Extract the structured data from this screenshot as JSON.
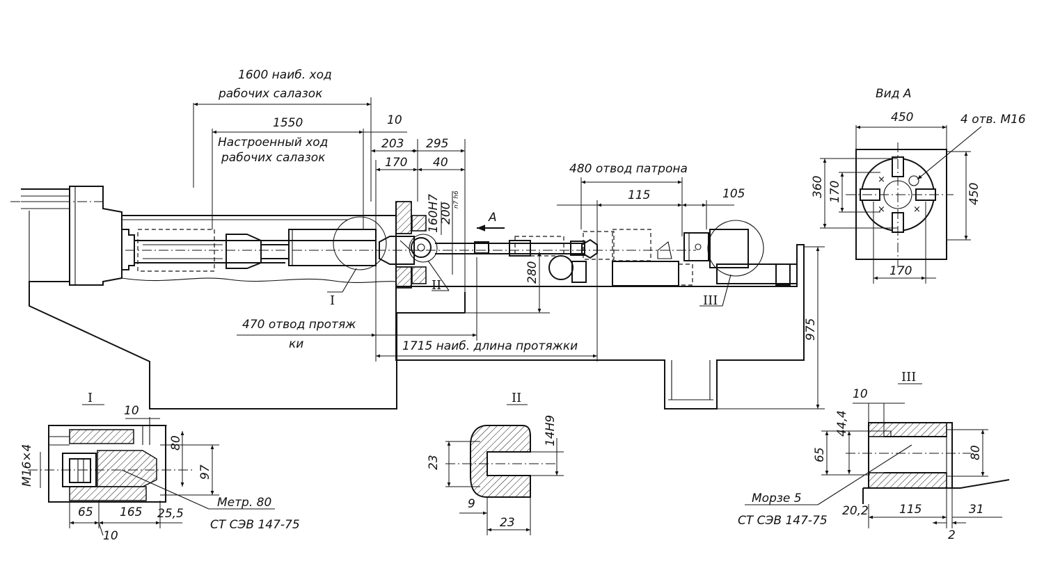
{
  "labels": {
    "stroke_1600": "1600 наиб. ход",
    "stroke_1600_b": "рабочих салазок",
    "dim_1550": "1550",
    "set_stroke_a": "Настроенный ход",
    "set_stroke_b": "рабочих салазок",
    "dim_10_top": "10",
    "dim_203": "203",
    "dim_295": "295",
    "dim_170_top": "170",
    "dim_40": "40",
    "dim_160h7": "160H7",
    "dim_200": "200",
    "fit_small": "n7\nh6",
    "arrow_a": "A",
    "chuck_retract": "480 отвод патрона",
    "dim_115_top": "115",
    "dim_105": "105",
    "dim_280": "280",
    "dim_975": "975",
    "broach_retract_a": "470 отвод протяж",
    "broach_retract_b": "ки",
    "max_broach": "1715 наиб. длина протяжки",
    "callout_1": "I",
    "callout_2": "II",
    "callout_3": "III",
    "view_a": "Вид А",
    "view_450_h": "450",
    "view_holes": "4 отв. М16",
    "view_360": "360",
    "view_170_v": "170",
    "view_450_v": "450",
    "view_170_h": "170",
    "det1_title": "I",
    "det1_10": "10",
    "det1_m16": "M16×4",
    "det1_80": "80",
    "det1_97": "97",
    "det1_65": "65",
    "det1_165": "165",
    "det1_255": "25,5",
    "det1_10b": "10",
    "det1_metr": "Метр. 80",
    "det1_st": "СТ СЭВ 147-75",
    "det2_title": "II",
    "det2_14h9": "14H9",
    "det2_23v": "23",
    "det2_9": "9",
    "det2_23h": "23",
    "det3_title": "III",
    "det3_10": "10",
    "det3_444": "44,4",
    "det3_65": "65",
    "det3_80": "80",
    "det3_morse": "Морзе 5",
    "det3_st": "СТ СЭВ 147-75",
    "det3_202": "20,2",
    "det3_115": "115",
    "det3_31": "31",
    "det3_2": "2"
  }
}
